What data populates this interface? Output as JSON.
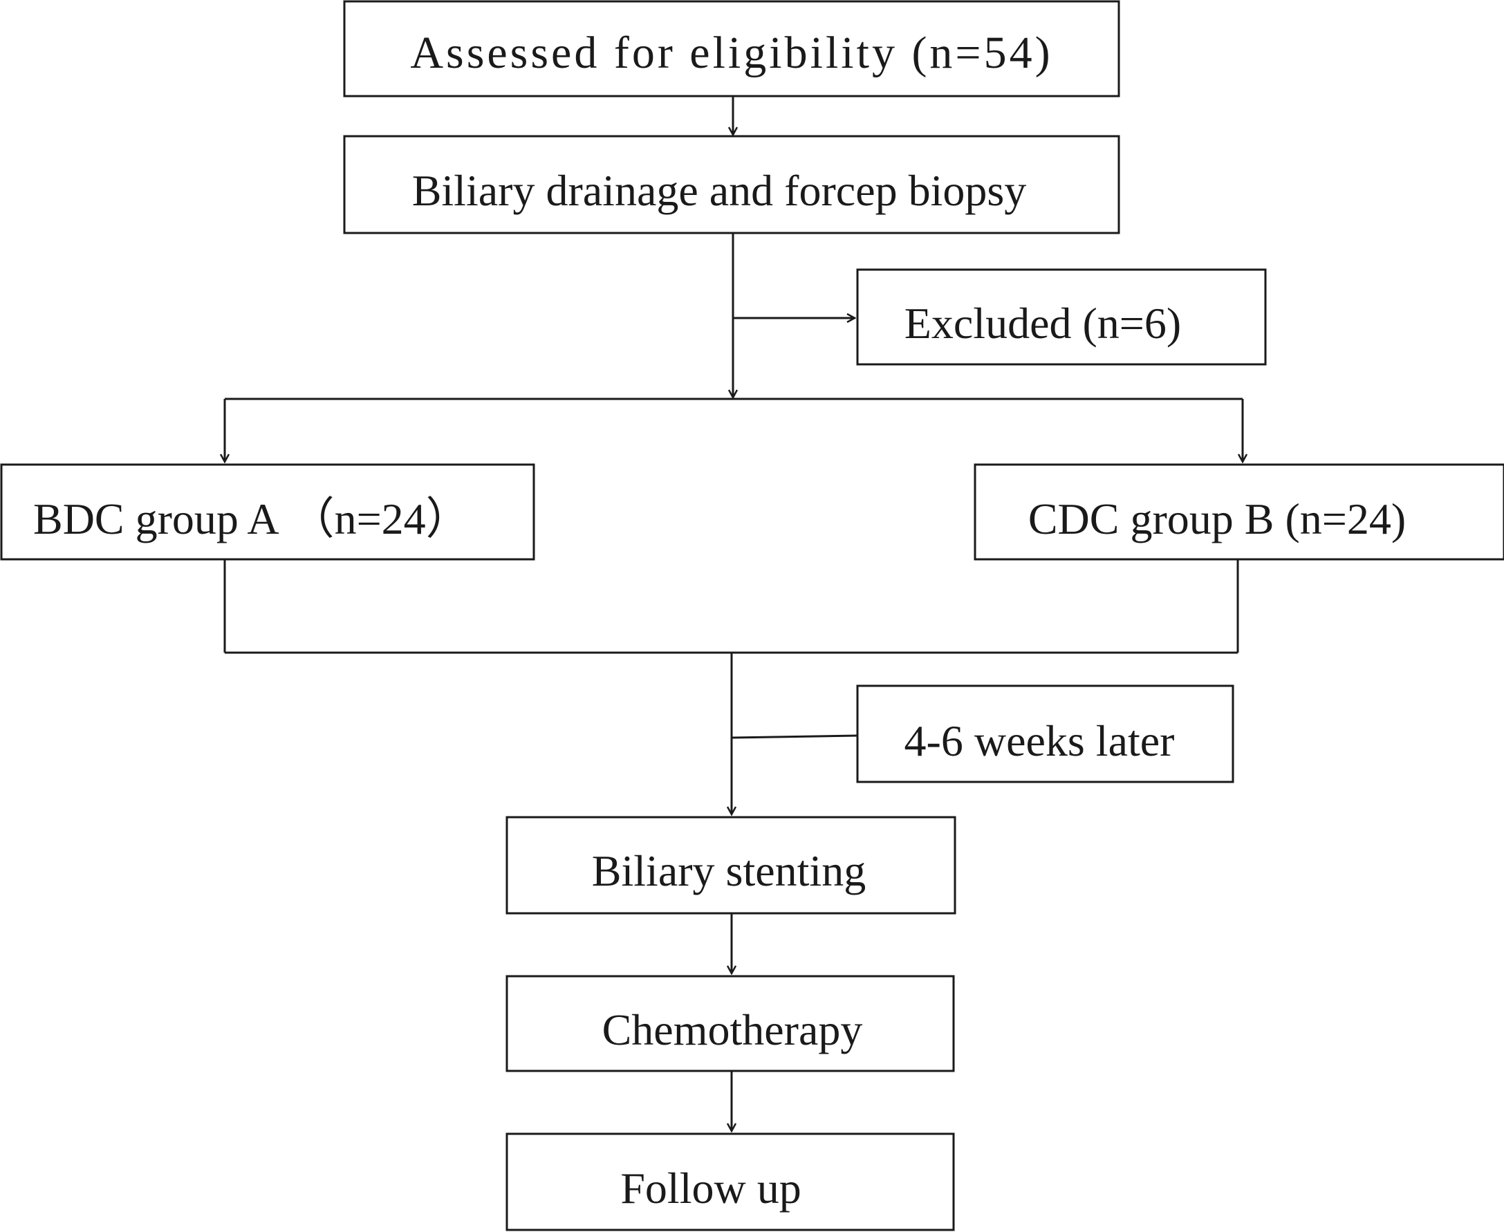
{
  "flowchart": {
    "assessed": "Assessed for eligibility (n=54)",
    "drainage": "Biliary drainage and forcep biopsy",
    "excluded": "Excluded (n=6)",
    "group_a": "BDC group A （n=24）",
    "group_b": "CDC group B (n=24)",
    "interval": "4-6 weeks later",
    "stenting": "Biliary stenting",
    "chemotherapy": "Chemotherapy",
    "follow_up": "Follow up"
  },
  "colors": {
    "stroke": "#1a1a1a",
    "text": "#1a1a1a",
    "background": "#ffffff"
  }
}
